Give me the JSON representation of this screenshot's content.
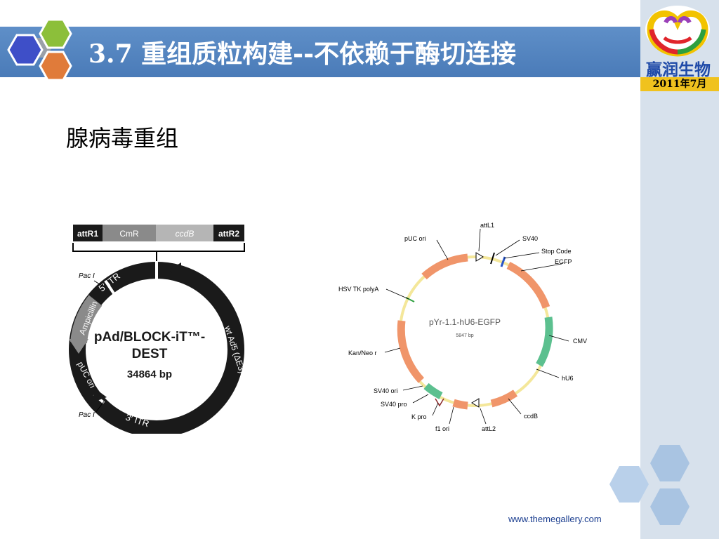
{
  "header": {
    "title": "3.7 重组质粒构建--不依赖于酶切连接",
    "brand_name": "赢润生物",
    "date": "2011年7月"
  },
  "main": {
    "subtitle": "腺病毒重组"
  },
  "map1": {
    "cassette": [
      "attR1",
      "CmR",
      "ccdB",
      "attR2"
    ],
    "plasmid_name": "pAd/BLOCK-iT™-",
    "plasmid_name2": "DEST",
    "size": "34864 bp",
    "labels": {
      "pac_top": "Pac I",
      "pac_bottom": "Pac I",
      "itr5": "5′ ITR",
      "itr3": "3′ ITR",
      "ampicillin": "Ampicillin",
      "puc": "pUC ori",
      "wt": "wt Ad5 (ΔE3)"
    }
  },
  "map2": {
    "plasmid_name": "pYr-1.1-hU6-EGFP",
    "size": "5847 bp",
    "features": [
      "attL1",
      "SV40",
      "Stop Code",
      "EGFP",
      "CMV",
      "hU6",
      "ccdB",
      "attL2",
      "f1 ori",
      "K pro",
      "SV40 pro",
      "SV40 ori",
      "Kan/Neo r",
      "HSV TK polyA",
      "pUC ori"
    ]
  },
  "footer": {
    "url": "www.themegallery.com"
  },
  "colors": {
    "title_bar": "#4a7bb8",
    "right_strip": "#d7e1ec",
    "date_badge": "#f0c21e",
    "orange_feature": "#f0956a",
    "green_feature": "#5cc08f"
  }
}
